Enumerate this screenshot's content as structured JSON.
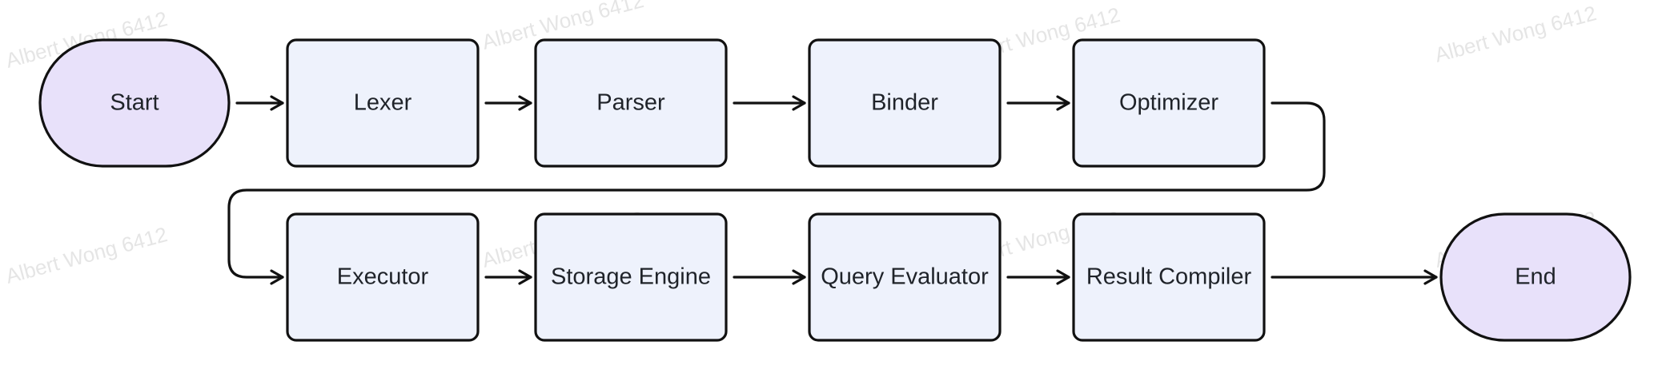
{
  "watermark": "Albert Wong 6412",
  "nodes": [
    {
      "id": "start",
      "label": "Start",
      "shape": "terminal"
    },
    {
      "id": "lexer",
      "label": "Lexer",
      "shape": "process"
    },
    {
      "id": "parser",
      "label": "Parser",
      "shape": "process"
    },
    {
      "id": "binder",
      "label": "Binder",
      "shape": "process"
    },
    {
      "id": "optimizer",
      "label": "Optimizer",
      "shape": "process"
    },
    {
      "id": "executor",
      "label": "Executor",
      "shape": "process"
    },
    {
      "id": "storage_engine",
      "label": "Storage Engine",
      "shape": "process"
    },
    {
      "id": "query_evaluator",
      "label": "Query Evaluator",
      "shape": "process"
    },
    {
      "id": "result_compiler",
      "label": "Result Compiler",
      "shape": "process"
    },
    {
      "id": "end",
      "label": "End",
      "shape": "terminal"
    }
  ],
  "edges": [
    {
      "from": "start",
      "to": "lexer"
    },
    {
      "from": "lexer",
      "to": "parser"
    },
    {
      "from": "parser",
      "to": "binder"
    },
    {
      "from": "binder",
      "to": "optimizer"
    },
    {
      "from": "optimizer",
      "to": "executor"
    },
    {
      "from": "executor",
      "to": "storage_engine"
    },
    {
      "from": "storage_engine",
      "to": "query_evaluator"
    },
    {
      "from": "query_evaluator",
      "to": "result_compiler"
    },
    {
      "from": "result_compiler",
      "to": "end"
    }
  ],
  "colors": {
    "terminal_fill": "#e8e1fa",
    "process_fill": "#eef2fc",
    "stroke": "#111111",
    "text": "#1f2329"
  }
}
